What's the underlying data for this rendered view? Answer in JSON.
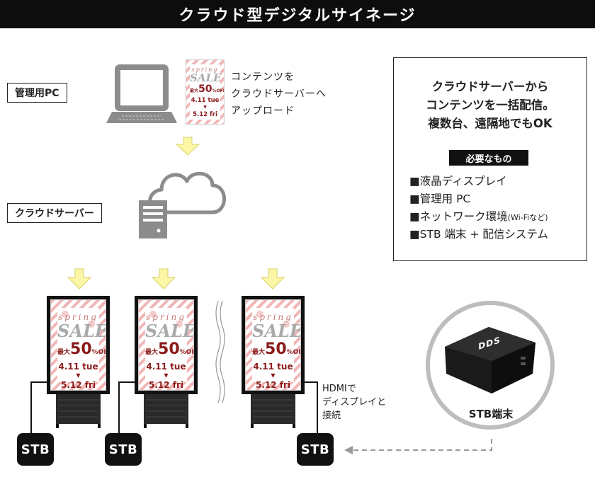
{
  "title": "クラウド型デジタルサイネージ",
  "labels": {
    "admin_pc": "管理用PC",
    "cloud_server": "クラウドサーバー"
  },
  "upload_text": [
    "コンテンツを",
    "クラウドサーバーへ",
    "アップロード"
  ],
  "poster": {
    "spring": "spring",
    "sale": "SALE",
    "discount_prefix": "最大",
    "discount": "50",
    "percent": "%",
    "off": "OFF",
    "date_start": "4.11 tue",
    "arrow": "▼",
    "date_end": "5.12 fri"
  },
  "info": {
    "headline": [
      "クラウドサーバーから",
      "コンテンツを一括配信。",
      "複数台、遠隔地でもOK"
    ],
    "requirements_label": "必要なもの",
    "bullet": "■",
    "requirements": [
      {
        "text": "液晶ディスプレイ",
        "note": ""
      },
      {
        "text": "管理用 PC",
        "note": ""
      },
      {
        "text": "ネットワーク環境",
        "note": "(Wi-Fiなど)"
      },
      {
        "text": "STB 端末 + 配信システム",
        "note": ""
      }
    ]
  },
  "hdmi_note": [
    "HDMIで",
    "ディスプレイと",
    "接続"
  ],
  "stb_label": "STB",
  "stb_caption": "STB端末",
  "device_logo": "DDS",
  "colors": {
    "title_bg": "#0d0d0d",
    "arrow_fill": "#fbf7a6",
    "arrow_stroke": "#d8d06a",
    "icon_gray": "#8c8c8c",
    "sale_red": "#8b1a1a",
    "stripe_pink": "#f2b5b5"
  },
  "icons": [
    "laptop-icon",
    "server-icon",
    "cloud-icon",
    "down-arrow-icon",
    "dashed-arrow-icon"
  ]
}
